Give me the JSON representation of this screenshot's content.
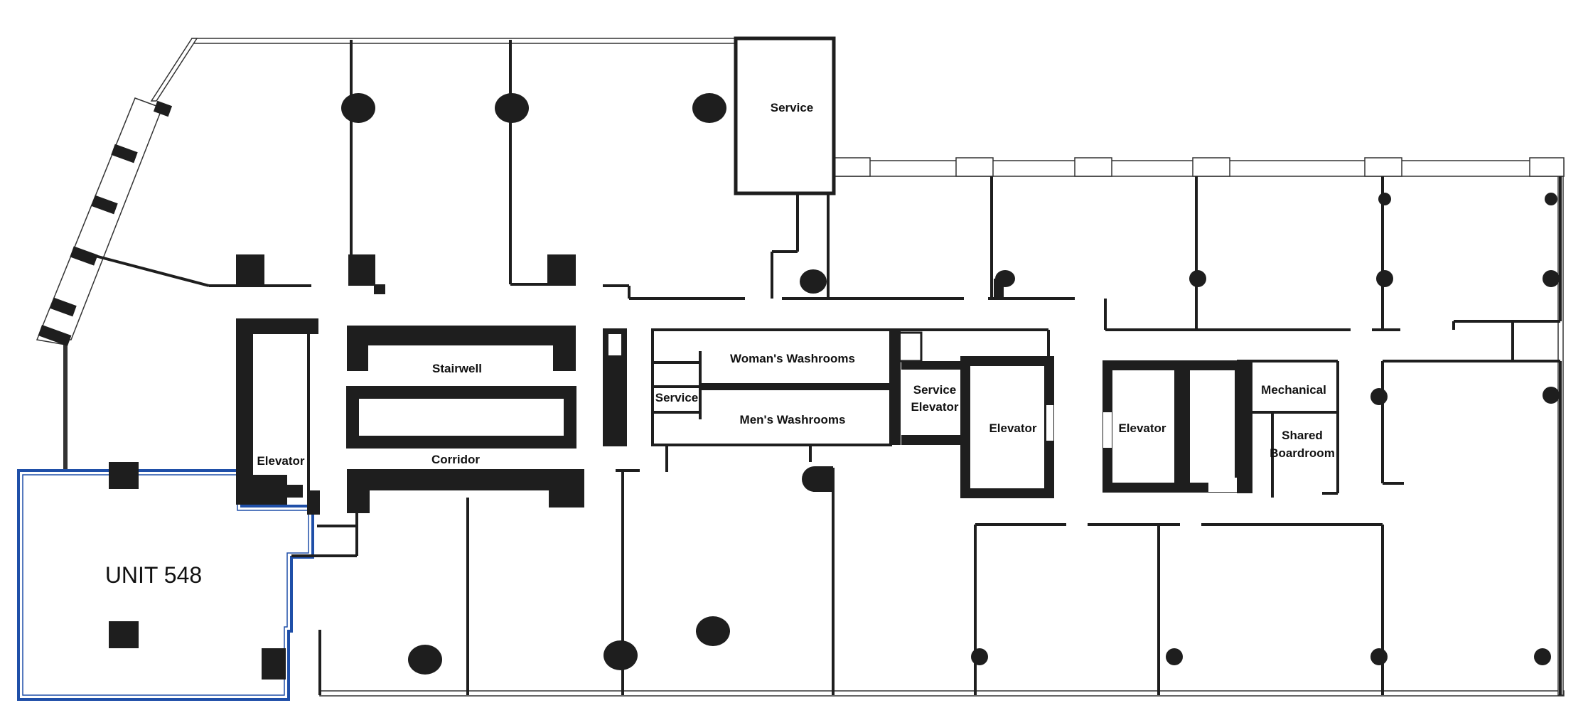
{
  "unit": {
    "name": "UNIT 548",
    "highlight_color": "#1f4fa8"
  },
  "rooms": {
    "service_top": "Service",
    "stairwell": "Stairwell",
    "corridor": "Corridor",
    "elevator_left": "Elevator",
    "service_small": "Service",
    "womens_washrooms": "Woman's Washrooms",
    "mens_washrooms": "Men's Washrooms",
    "service_elevator_line1": "Service",
    "service_elevator_line2": "Elevator",
    "elevator_center": "Elevator",
    "elevator_right": "Elevator",
    "mechanical": "Mechanical",
    "shared_boardroom_line1": "Shared",
    "shared_boardroom_line2": "Boardroom"
  },
  "colors": {
    "wall": "#1e1e1e",
    "background": "#ffffff"
  }
}
